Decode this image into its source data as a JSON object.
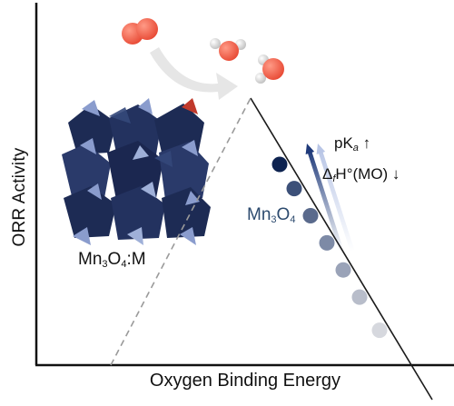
{
  "chart_data": {
    "type": "scatter",
    "chart_kind": "volcano plot (schematic, no tick values)",
    "xlabel": "Oxygen Binding Energy",
    "ylabel": "ORR Activity",
    "axes": {
      "ticks": false,
      "grid": false,
      "legend": "none"
    },
    "lines": [
      {
        "name": "",
        "style": "solid",
        "color": "#1a1a1a",
        "role": "right branch of volcano"
      },
      {
        "name": "",
        "style": "dashed",
        "color": "#9a9a9a",
        "role": "left branch of volcano"
      }
    ],
    "series": [
      {
        "name": "Mn3O4",
        "points_along_right_branch": [
          0.22,
          0.3,
          0.39,
          0.48,
          0.57,
          0.66,
          0.77
        ],
        "colors": [
          "#0e2350",
          "#3c5079",
          "#5a6a8c",
          "#7d8aa6",
          "#9aa3b8",
          "#b8bdca",
          "#d6d8de"
        ]
      }
    ],
    "annotations": {
      "mn3o4": {
        "base": "Mn",
        "sub1": "3",
        "mid": "O",
        "sub2": "4"
      },
      "mn3o4_m": {
        "base": "Mn",
        "sub1": "3",
        "mid": "O",
        "sub2": "4",
        "tail": ":M"
      },
      "pka": {
        "base": "pK",
        "sub": "a",
        "arrow": " ↑"
      },
      "dfh": {
        "base": "Δ",
        "sub": "f",
        "rest": "H°(MO) ↓"
      }
    },
    "trend_arrows": [
      {
        "direction": "up-left",
        "color": "#1f3a7a"
      },
      {
        "direction": "up-left",
        "color": "#b9c6e6"
      }
    ]
  },
  "colors": {
    "oxygen": "#f0614b",
    "hydrogen": "#d9d9d9",
    "polyhedra_dark": "#1d2b54",
    "polyhedra_light": "#8a9ccd",
    "polyhedra_red": "#c0392b",
    "reaction_arrow": "#e6e6e6"
  },
  "icons": [
    "o2-molecule-icon",
    "h2o-molecule-icon",
    "reaction-arrow-icon",
    "mn3o4-crystal-icon"
  ]
}
